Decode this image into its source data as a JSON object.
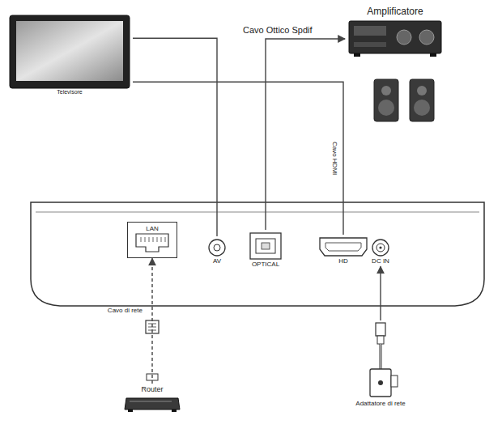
{
  "diagram": {
    "nodes": [
      {
        "text": [
          "Televisore"
        ]
      },
      {
        "text": [
          "Amplificatore"
        ]
      },
      {
        "text": [
          "LAN"
        ]
      },
      {
        "text": [
          "AV"
        ]
      },
      {
        "text": [
          "OPTICAL"
        ]
      },
      {
        "text": [
          "HD"
        ]
      },
      {
        "text": [
          "DC IN"
        ]
      },
      {
        "text": [
          "Router"
        ]
      },
      {
        "text": [
          "Adattatore di rete"
        ]
      }
    ],
    "edges": [
      {
        "from": 0,
        "to": 3,
        "arrow": "none"
      },
      {
        "from": 0,
        "to": 5,
        "label": "Cavo HDMI",
        "arrow": "none"
      },
      {
        "from": 4,
        "to": 1,
        "label": "Cavo Ottico Spdif",
        "arrow": "to"
      },
      {
        "from": 7,
        "to": 2,
        "label": "Cavo di rete",
        "arrow": "to"
      },
      {
        "from": 8,
        "to": 6,
        "arrow": "to"
      }
    ]
  }
}
